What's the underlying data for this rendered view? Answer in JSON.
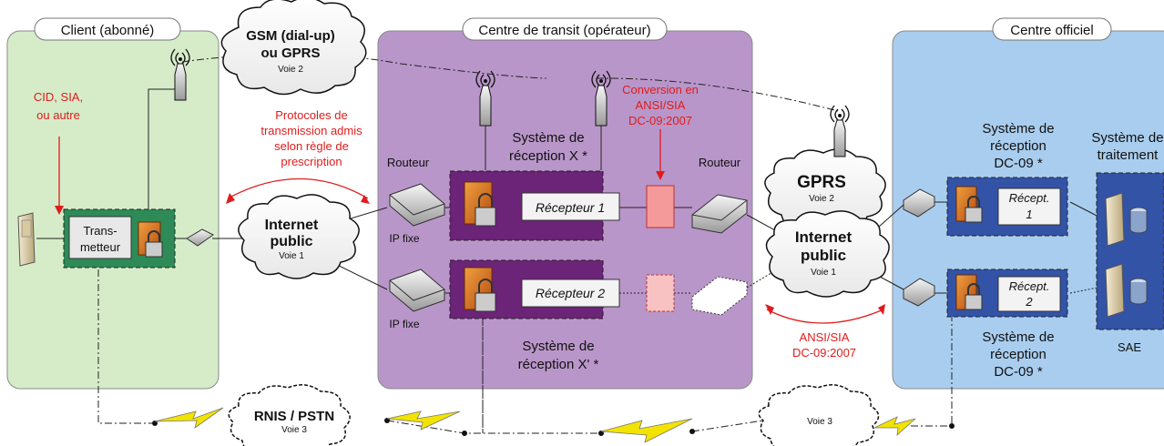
{
  "zones": {
    "client": "Client (abonné)",
    "transit": "Centre de transit (opérateur)",
    "officiel": "Centre officiel"
  },
  "clouds": {
    "gsm_line1": "GSM (dial-up)",
    "gsm_line2": "ou GPRS",
    "gsm_voie": "Voie 2",
    "internet1_line1": "Internet",
    "internet1_line2": "public",
    "internet1_voie": "Voie 1",
    "gprs": "GPRS",
    "gprs_voie": "Voie 2",
    "internet2_line1": "Internet",
    "internet2_line2": "public",
    "internet2_voie": "Voie 1",
    "rnis": "RNIS / PSTN",
    "rnis_voie": "Voie 3",
    "voie3": "Voie 3"
  },
  "labels": {
    "cid_1": "CID, SIA,",
    "cid_2": "ou autre",
    "protocoles_1": "Protocoles de",
    "protocoles_2": "transmission admis",
    "protocoles_3": "selon règle de",
    "protocoles_4": "prescription",
    "transmetteur_1": "Trans-",
    "transmetteur_2": "metteur",
    "routeur_left": "Routeur",
    "routeur_right": "Routeur",
    "ipfixe_1": "IP fixe",
    "ipfixe_2": "IP fixe",
    "sysx_1": "Système de",
    "sysx_2": "réception X *",
    "sysxp_1": "Système de",
    "sysxp_2": "réception X' *",
    "recepteur1": "Récepteur 1",
    "recepteur2": "Récepteur 2",
    "conversion_1": "Conversion en",
    "conversion_2": "ANSI/SIA",
    "conversion_3": "DC-09:2007",
    "ansi_1": "ANSI/SIA",
    "ansi_2": "DC-09:2007",
    "dc09top_1": "Système de",
    "dc09top_2": "réception",
    "dc09top_3": "DC-09 *",
    "dc09bot_1": "Système de",
    "dc09bot_2": "réception",
    "dc09bot_3": "DC-09 *",
    "recept1_1": "Récept.",
    "recept1_2": "1",
    "recept2_1": "Récept.",
    "recept2_2": "2",
    "traitement_1": "Système de",
    "traitement_2": "traitement",
    "sae": "SAE"
  },
  "colors": {
    "client_bg": "#d6ecc9",
    "transit_bg": "#b996c9",
    "officiel_bg": "#a9cdee",
    "transmetteur_box": "#2e8b57",
    "recepteur_box": "#6b2477",
    "dc09_box": "#3353a6",
    "accent_red": "#e01b1b",
    "lightning": "#f3e300"
  }
}
